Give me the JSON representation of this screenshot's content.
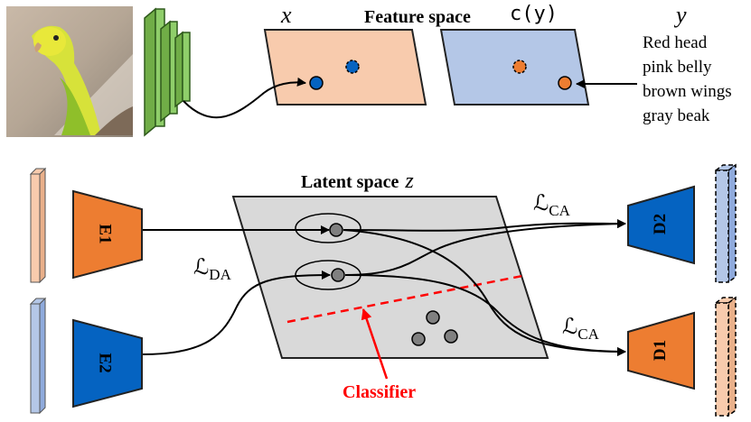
{
  "labels": {
    "x": "x",
    "feature_space": "Feature space",
    "cy": "c(y)",
    "y": "y",
    "attributes": [
      "Red head",
      "pink belly",
      "brown wings",
      "gray beak"
    ],
    "latent_space": "Latent space",
    "z": "z",
    "loss_script": "ℒ",
    "ca_sub": "CA",
    "da_sub": "DA",
    "classifier": "Classifier"
  },
  "modules": {
    "E1": "E1",
    "E2": "E2",
    "D1": "D1",
    "D2": "D2"
  },
  "colors": {
    "orange": "#ed7d31",
    "blue": "#0563c1",
    "peach": "#f8cbad",
    "lightblue": "#b4c7e7",
    "green": "#70ad47",
    "gray_plane": "#d9d9d9",
    "red": "#ff0000",
    "dark": "#1f1f1f"
  }
}
